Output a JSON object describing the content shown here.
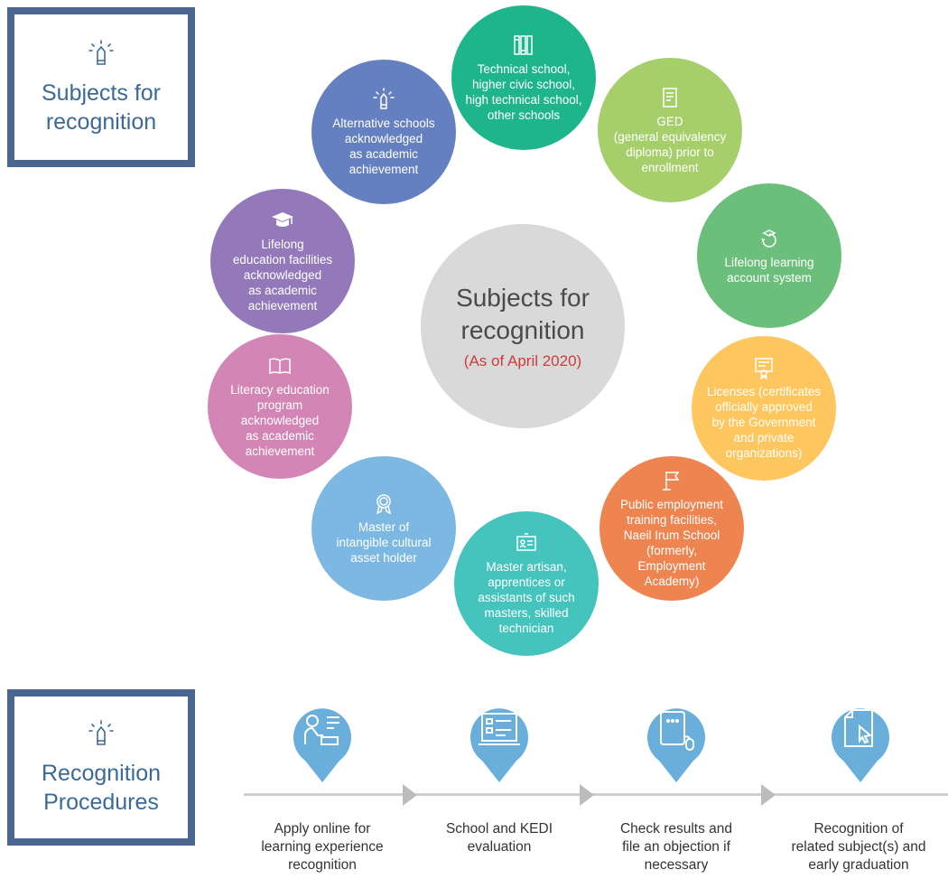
{
  "subjects_box": {
    "title": "Subjects for\nrecognition",
    "icon": "pencil-bulb-icon"
  },
  "procedures_box": {
    "title": "Recognition\nProcedures",
    "icon": "pencil-bulb-icon"
  },
  "center": {
    "title": "Subjects for\nrecognition",
    "subtitle": "(As of April 2020)"
  },
  "circles": [
    {
      "text": "Technical school,\nhigher civic school,\nhigh technical school,\nother schools",
      "color": "#1fb58c",
      "icon": "books-icon"
    },
    {
      "text": "GED\n(general equivalency\ndiploma) prior to\nenrollment",
      "color": "#a6cf6b",
      "icon": "document-icon"
    },
    {
      "text": "Lifelong learning\naccount system",
      "color": "#6cbf7b",
      "icon": "learner-cycle-icon"
    },
    {
      "text": "Licenses (certificates\nofficially approved\nby the Government\nand private\norganizations)",
      "color": "#fdc65e",
      "icon": "certificate-icon"
    },
    {
      "text": "Public employment\ntraining facilities,\nNaeil Irum School\n(formerly,\nEmployment\nAcademy)",
      "color": "#ee8550",
      "icon": "flag-icon"
    },
    {
      "text": "Master artisan,\napprentices or\nassistants of such\nmasters, skilled\ntechnician",
      "color": "#45c3bd",
      "icon": "id-card-icon"
    },
    {
      "text": "Master of\nintangible cultural\nasset holder",
      "color": "#7db8e3",
      "icon": "award-medal-icon"
    },
    {
      "text": "Literacy education\nprogram\nacknowledged\nas academic\nachievement",
      "color": "#d386b5",
      "icon": "open-book-icon"
    },
    {
      "text": "Lifelong\neducation facilities\nacknowledged\nas academic\nachievement",
      "color": "#9379b9",
      "icon": "graduation-cap-icon"
    },
    {
      "text": "Alternative schools\nacknowledged\nas academic\nachievement",
      "color": "#6580c0",
      "icon": "pencil-bulb-icon"
    }
  ],
  "steps": [
    {
      "text": "Apply online for\nlearning experience\nrecognition",
      "icon": "person-laptop-icon"
    },
    {
      "text": "School and KEDI\nevaluation",
      "icon": "evaluation-screen-icon"
    },
    {
      "text": "Check results and\nfile an objection if\nnecessary",
      "icon": "computer-mouse-icon"
    },
    {
      "text": "Recognition of\nrelated subject(s) and\nearly graduation",
      "icon": "document-cursor-icon"
    }
  ],
  "colors": {
    "box_border": "#4a6690",
    "box_title": "#3b6a97",
    "pin": "#6aaedc",
    "timeline": "#cfcfcf",
    "center_sub": "#d13b3b"
  }
}
